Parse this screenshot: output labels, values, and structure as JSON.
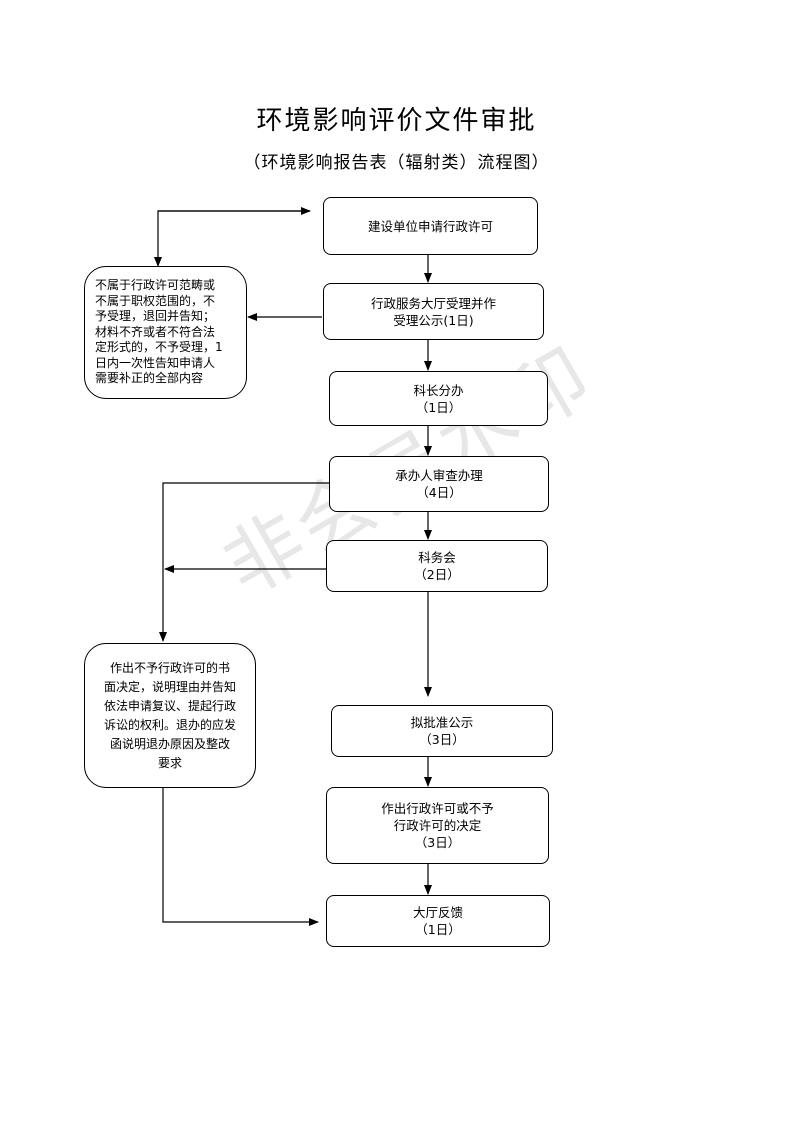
{
  "title": "环境影响评价文件审批",
  "subtitle": "（环境影响报告表（辐射类）流程图）",
  "watermark": "非会员水印",
  "steps": [
    {
      "lines": [
        "建设单位申请行政许可"
      ]
    },
    {
      "lines": [
        "行政服务大厅受理并作",
        "受理公示(1日)"
      ]
    },
    {
      "lines": [
        "科长分办",
        "（1日）"
      ]
    },
    {
      "lines": [
        "承办人审查办理",
        "（4日）"
      ]
    },
    {
      "lines": [
        "科务会",
        "（2日）"
      ]
    },
    {
      "lines": [
        "拟批准公示",
        "（3日）"
      ]
    },
    {
      "lines": [
        "作出行政许可或不予",
        "行政许可的决定",
        "（3日）"
      ]
    },
    {
      "lines": [
        "大厅反馈",
        "（1日）"
      ]
    }
  ],
  "reject_box": {
    "lines": [
      "不属于行政许可范畴或",
      "不属于职权范围的，不",
      "予受理，退回并告知；",
      "材料不齐或者不符合法",
      "定形式的，不予受理，1",
      "日内一次性告知申请人",
      "需要补正的全部内容"
    ]
  },
  "deny_box": {
    "lines": [
      "作出不予行政许可的书",
      "面决定，说明理由并告知",
      "依法申请复议、提起行政",
      "诉讼的权利。退办的应发",
      "函说明退办原因及整改",
      "要求"
    ]
  }
}
